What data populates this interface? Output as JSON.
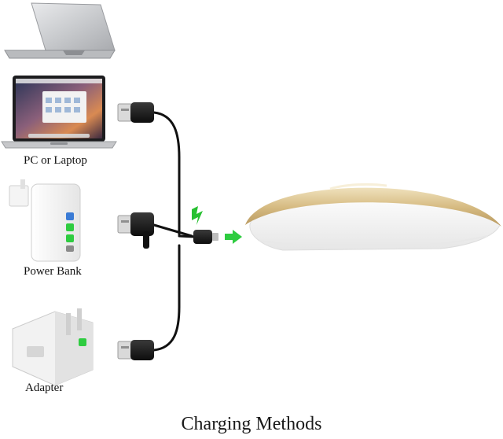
{
  "sources": [
    {
      "id": "pc",
      "label": "PC or Laptop",
      "icon": "laptop-icon"
    },
    {
      "id": "powerbank",
      "label": "Power Bank",
      "icon": "power-bank-icon"
    },
    {
      "id": "adapter",
      "label": "Adapter",
      "icon": "wall-adapter-icon"
    }
  ],
  "caption": "Charging Methods",
  "colors": {
    "cable": "#111111",
    "arrow": "#2ecc40",
    "spark": "#27c031",
    "mouse_gold": "#d9c08a",
    "mouse_white": "#f7f7f7"
  }
}
